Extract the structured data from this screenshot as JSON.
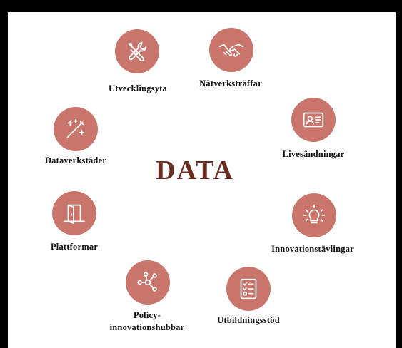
{
  "center": {
    "title": "DATA"
  },
  "colors": {
    "circle": "#c9756b",
    "title": "#6b2b20",
    "frame": "#000000"
  },
  "nodes": [
    {
      "label": "Utvecklingsyta",
      "icon": "tools-icon"
    },
    {
      "label": "Nätverksträffar",
      "icon": "handshake-icon"
    },
    {
      "label": "Livesändningar",
      "icon": "id-card-icon"
    },
    {
      "label": "Innovationstävlingar",
      "icon": "lightbulb-icon"
    },
    {
      "label": "Utbildningsstöd",
      "icon": "checklist-icon"
    },
    {
      "label": "Policy-",
      "label2": "innovationshubbar",
      "icon": "network-hub-icon"
    },
    {
      "label": "Plattformar",
      "icon": "door-icon"
    },
    {
      "label": "Dataverkstäder",
      "icon": "magic-wand-icon"
    }
  ]
}
